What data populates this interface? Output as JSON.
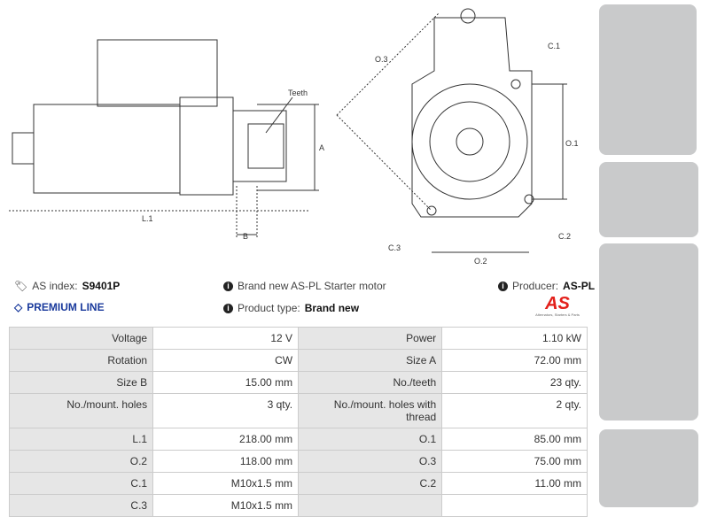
{
  "drawing_labels": {
    "teeth": "Teeth",
    "a": "A",
    "b": "B",
    "l1": "L.1",
    "o1": "O.1",
    "o2": "O.2",
    "o3": "O.3",
    "c1": "C.1",
    "c2": "C.2",
    "c3": "C.3"
  },
  "info": {
    "as_index_label": "AS index:",
    "as_index_value": "S9401P",
    "premium": "PREMIUM LINE",
    "description": "Brand new AS-PL Starter motor",
    "product_type_label": "Product type:",
    "product_type_value": "Brand new",
    "producer_label": "Producer:",
    "producer_value": "AS-PL",
    "logo_text": "AS",
    "logo_tagline": "Alternators, Starters & Parts"
  },
  "colors": {
    "premium": "#1a3a9c",
    "logo": "#e3201b"
  },
  "specs": [
    [
      "Voltage",
      "12 V",
      "Power",
      "1.10 kW"
    ],
    [
      "Rotation",
      "CW",
      "Size A",
      "72.00 mm"
    ],
    [
      "Size B",
      "15.00 mm",
      "No./teeth",
      "23 qty."
    ],
    [
      "No./mount. holes",
      "3 qty.",
      "No./mount. holes with thread",
      "2 qty."
    ],
    [
      "L.1",
      "218.00 mm",
      "O.1",
      "85.00 mm"
    ],
    [
      "O.2",
      "118.00 mm",
      "O.3",
      "75.00 mm"
    ],
    [
      "C.1",
      "M10x1.5 mm",
      "C.2",
      "11.00 mm"
    ],
    [
      "C.3",
      "M10x1.5 mm",
      "",
      ""
    ]
  ]
}
